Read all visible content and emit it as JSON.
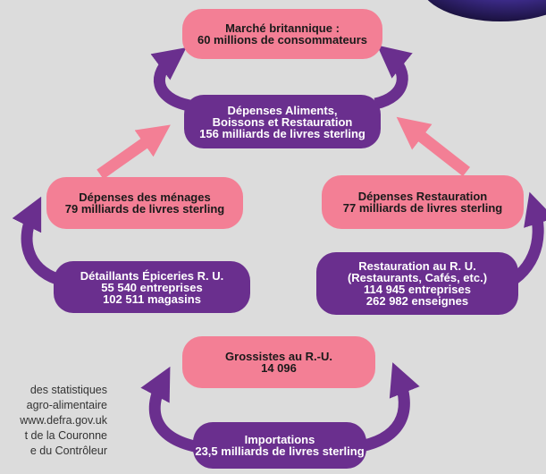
{
  "colors": {
    "background": "#dcdcdc",
    "pink": "#f37f95",
    "purple": "#6a2f8e",
    "globe": "#3b2a86"
  },
  "nodes": {
    "uk_market": {
      "line1": "Marché britannique :",
      "line2": "60 millions de consommateurs"
    },
    "food_spending": {
      "line1": "Dépenses Aliments,",
      "line2": "Boissons et Restauration",
      "line3": "156 milliards de livres sterling"
    },
    "household_spending": {
      "line1": "Dépenses des ménages",
      "line2": "79 milliards de livres sterling"
    },
    "catering_spending": {
      "line1": "Dépenses Restauration",
      "line2": "77 milliards de livres sterling"
    },
    "uk_grocery_retailers": {
      "line1": "Détaillants Épiceries R. U.",
      "line2": "55 540 entreprises",
      "line3": "102 511 magasins"
    },
    "uk_catering": {
      "line1": "Restauration au R. U.",
      "line2": "(Restaurants, Cafés, etc.)",
      "line3": "114 945 entreprises",
      "line4": "262 982 enseignes"
    },
    "uk_wholesalers": {
      "line1": "Grossistes au R.-U.",
      "line2": "14 096"
    },
    "imports": {
      "line1": "Importations",
      "line2": "23,5 milliards de livres sterling"
    }
  },
  "source_note": {
    "line1": "des statistiques",
    "line2": "agro-alimentaire",
    "line3": "www.defra.gov.uk",
    "line4": "t de la Couronne",
    "line5": "e du Contrôleur"
  }
}
